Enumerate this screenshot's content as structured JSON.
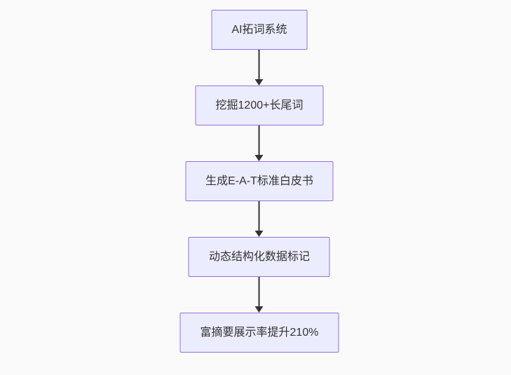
{
  "diagram": {
    "type": "flowchart",
    "direction": "top-down",
    "nodes": [
      {
        "label": "AI拓词系统"
      },
      {
        "label": "挖掘1200+长尾词"
      },
      {
        "label": "生成E-A-T标准白皮书"
      },
      {
        "label": "动态结构化数据标记"
      },
      {
        "label": "富摘要展示率提升210%"
      }
    ],
    "edges": [
      {
        "from": "AI拓词系统",
        "to": "挖掘1200+长尾词",
        "style": "arrow-down"
      },
      {
        "from": "挖掘1200+长尾词",
        "to": "生成E-A-T标准白皮书",
        "style": "arrow-down"
      },
      {
        "from": "生成E-A-T标准白皮书",
        "to": "动态结构化数据标记",
        "style": "arrow-down"
      },
      {
        "from": "动态结构化数据标记",
        "to": "富摘要展示率提升210%",
        "style": "arrow-down"
      }
    ],
    "colors": {
      "node_fill": "#ECECFF",
      "node_border": "#9370DB",
      "node_text": "#333333",
      "edge_line": "#333333",
      "background": "#FAFAFA"
    }
  }
}
